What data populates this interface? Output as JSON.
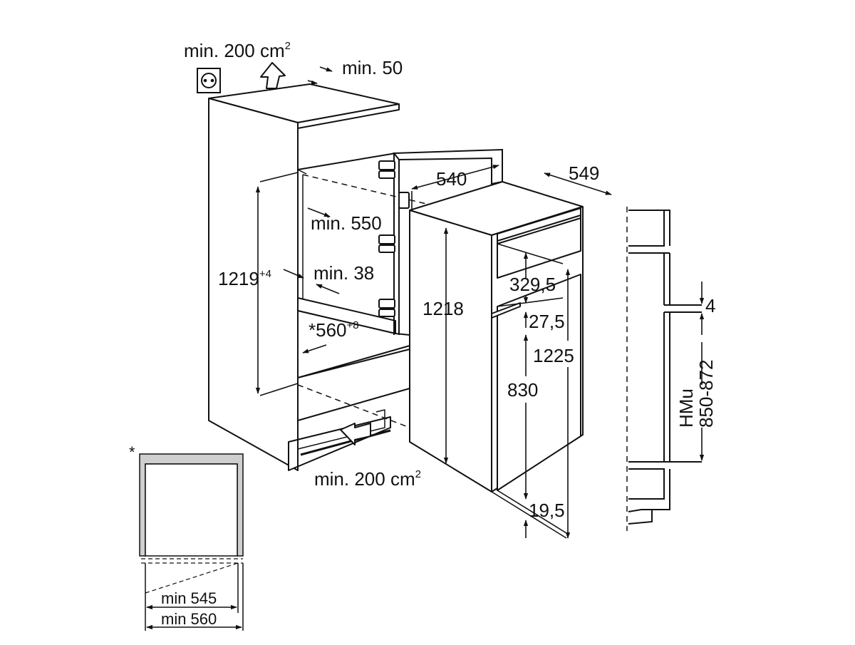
{
  "labels": {
    "vent_top": "min. 200 cm",
    "vent_top_sup": "2",
    "gap_top": "min. 50",
    "niche_height": "1219",
    "niche_height_sup": "+4",
    "niche_depth": "min. 550",
    "side_gap": "min. 38",
    "niche_width": "*560",
    "niche_width_sup": "+8",
    "vent_bottom": "min. 200 cm",
    "vent_bottom_sup": "2",
    "appliance_width": "540",
    "appliance_depth": "549",
    "appliance_height": "1218",
    "door_top": "329,5",
    "door_gap": "27,5",
    "door_total": "1225",
    "door_bottom": "830",
    "door_offset": "19,5",
    "door_clearance": "4",
    "hmu_label": "HMu",
    "hmu_range": "850-872",
    "asterisk": "*",
    "min_545": "min 545",
    "min_560": "min 560"
  },
  "colors": {
    "line": "#111111",
    "frame_fill": "#cfcfcf",
    "background": "#ffffff"
  }
}
